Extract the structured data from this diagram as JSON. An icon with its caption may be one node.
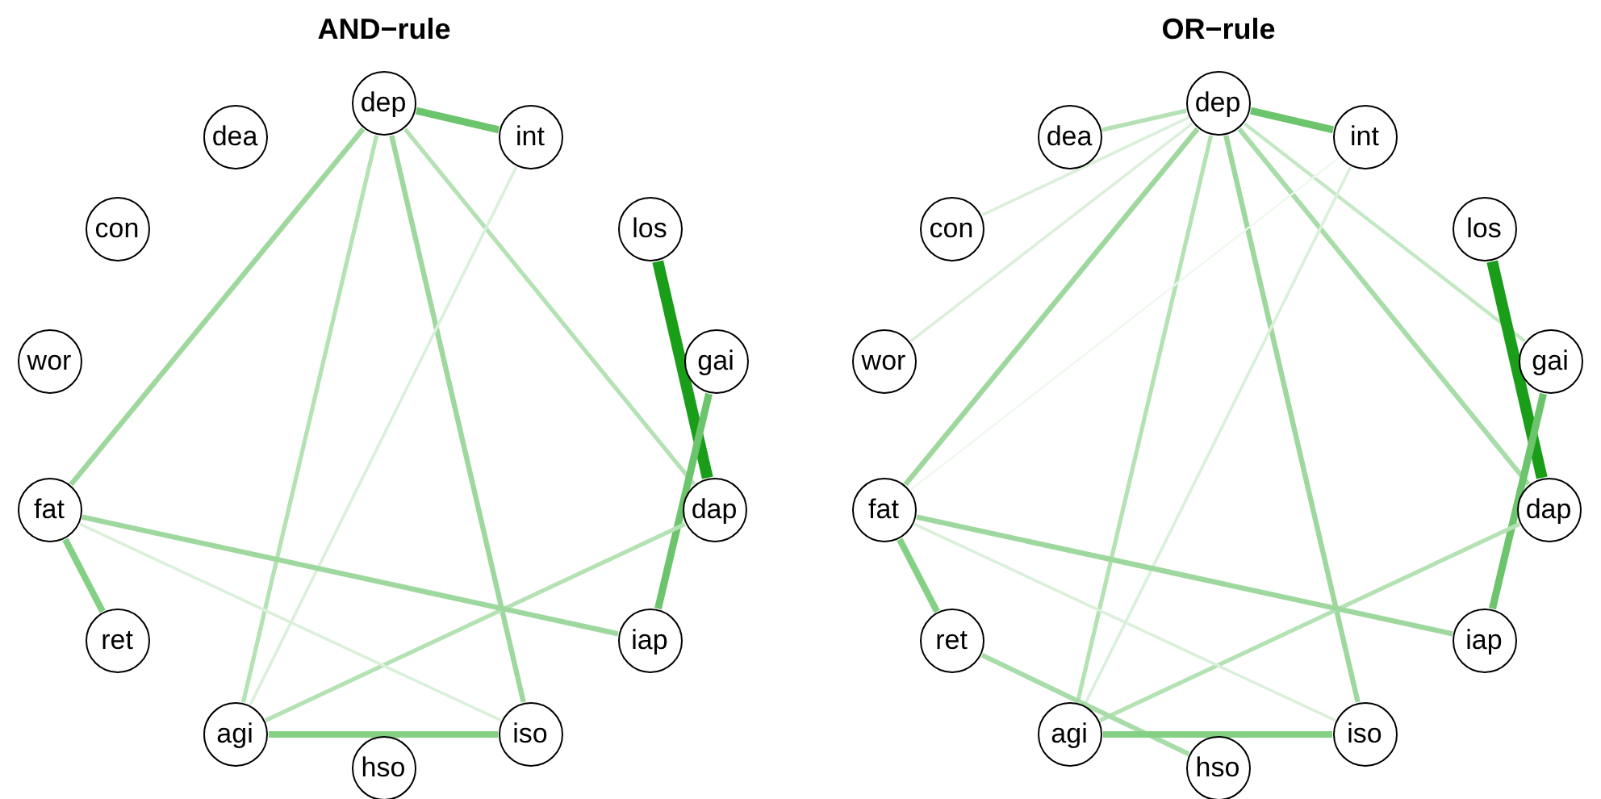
{
  "diagram": {
    "nodes": [
      {
        "text": [
          "dep"
        ]
      },
      {
        "text": [
          "int"
        ]
      },
      {
        "text": [
          "los"
        ]
      },
      {
        "text": [
          "gai"
        ]
      },
      {
        "text": [
          "dap"
        ]
      },
      {
        "text": [
          "iap"
        ]
      },
      {
        "text": [
          "iso"
        ]
      },
      {
        "text": [
          "hso"
        ]
      },
      {
        "text": [
          "agi"
        ]
      },
      {
        "text": [
          "ret"
        ]
      },
      {
        "text": [
          "fat"
        ]
      },
      {
        "text": [
          "wor"
        ]
      },
      {
        "text": [
          "con"
        ]
      },
      {
        "text": [
          "dea"
        ]
      },
      {
        "text": [
          "dep"
        ]
      },
      {
        "text": [
          "int"
        ]
      },
      {
        "text": [
          "los"
        ]
      },
      {
        "text": [
          "gai"
        ]
      },
      {
        "text": [
          "dap"
        ]
      },
      {
        "text": [
          "iap"
        ]
      },
      {
        "text": [
          "iso"
        ]
      },
      {
        "text": [
          "hso"
        ]
      },
      {
        "text": [
          "agi"
        ]
      },
      {
        "text": [
          "ret"
        ]
      },
      {
        "text": [
          "fat"
        ]
      },
      {
        "text": [
          "wor"
        ]
      },
      {
        "text": [
          "con"
        ]
      },
      {
        "text": [
          "dea"
        ]
      }
    ],
    "edges": [
      {
        "from": 0,
        "to": 1,
        "arrow": "none",
        "color": "#6cc46c"
      },
      {
        "from": 0,
        "to": 10,
        "arrow": "none",
        "color": "#9ed89e"
      },
      {
        "from": 0,
        "to": 8,
        "arrow": "none",
        "color": "#b5e2b5"
      },
      {
        "from": 0,
        "to": 6,
        "arrow": "none",
        "color": "#9ed89e"
      },
      {
        "from": 0,
        "to": 4,
        "arrow": "none",
        "color": "#b5e2b5"
      },
      {
        "from": 1,
        "to": 8,
        "arrow": "none",
        "color": "#daf0da"
      },
      {
        "from": 2,
        "to": 4,
        "arrow": "none",
        "style": "thick",
        "color": "#1a9e1a"
      },
      {
        "from": 3,
        "to": 5,
        "arrow": "none",
        "color": "#6cc46c"
      },
      {
        "from": 4,
        "to": 8,
        "arrow": "none",
        "color": "#b5e2b5"
      },
      {
        "from": 10,
        "to": 5,
        "arrow": "none",
        "color": "#9ed89e"
      },
      {
        "from": 10,
        "to": 6,
        "arrow": "none",
        "color": "#daf0da"
      },
      {
        "from": 10,
        "to": 9,
        "arrow": "none",
        "color": "#84d084"
      },
      {
        "from": 8,
        "to": 6,
        "arrow": "none",
        "color": "#84d084"
      },
      {
        "from": 14,
        "to": 15,
        "arrow": "none",
        "color": "#6cc46c"
      },
      {
        "from": 14,
        "to": 27,
        "arrow": "none",
        "color": "#b5e2b5"
      },
      {
        "from": 14,
        "to": 26,
        "arrow": "none",
        "color": "#daf0da"
      },
      {
        "from": 14,
        "to": 25,
        "arrow": "none",
        "color": "#daf0da"
      },
      {
        "from": 14,
        "to": 24,
        "arrow": "none",
        "color": "#9ed89e"
      },
      {
        "from": 14,
        "to": 22,
        "arrow": "none",
        "color": "#b5e2b5"
      },
      {
        "from": 14,
        "to": 20,
        "arrow": "none",
        "color": "#9ed89e"
      },
      {
        "from": 14,
        "to": 18,
        "arrow": "none",
        "color": "#a8dca8"
      },
      {
        "from": 14,
        "to": 17,
        "arrow": "none",
        "color": "#c4e8c4"
      },
      {
        "from": 15,
        "to": 24,
        "arrow": "none",
        "color": "#eef8ee"
      },
      {
        "from": 15,
        "to": 22,
        "arrow": "none",
        "color": "#daf0da"
      },
      {
        "from": 16,
        "to": 18,
        "arrow": "none",
        "style": "thick",
        "color": "#1a9e1a"
      },
      {
        "from": 17,
        "to": 19,
        "arrow": "none",
        "color": "#6cc46c"
      },
      {
        "from": 18,
        "to": 22,
        "arrow": "none",
        "color": "#b5e2b5"
      },
      {
        "from": 24,
        "to": 19,
        "arrow": "none",
        "color": "#9ed89e"
      },
      {
        "from": 24,
        "to": 20,
        "arrow": "none",
        "color": "#daf0da"
      },
      {
        "from": 24,
        "to": 23,
        "arrow": "none",
        "color": "#84d084"
      },
      {
        "from": 23,
        "to": 21,
        "arrow": "none",
        "color": "#a8dca8"
      },
      {
        "from": 22,
        "to": 20,
        "arrow": "none",
        "color": "#84d084"
      }
    ],
    "labels": [
      "AND−rule",
      "OR−rule"
    ]
  }
}
